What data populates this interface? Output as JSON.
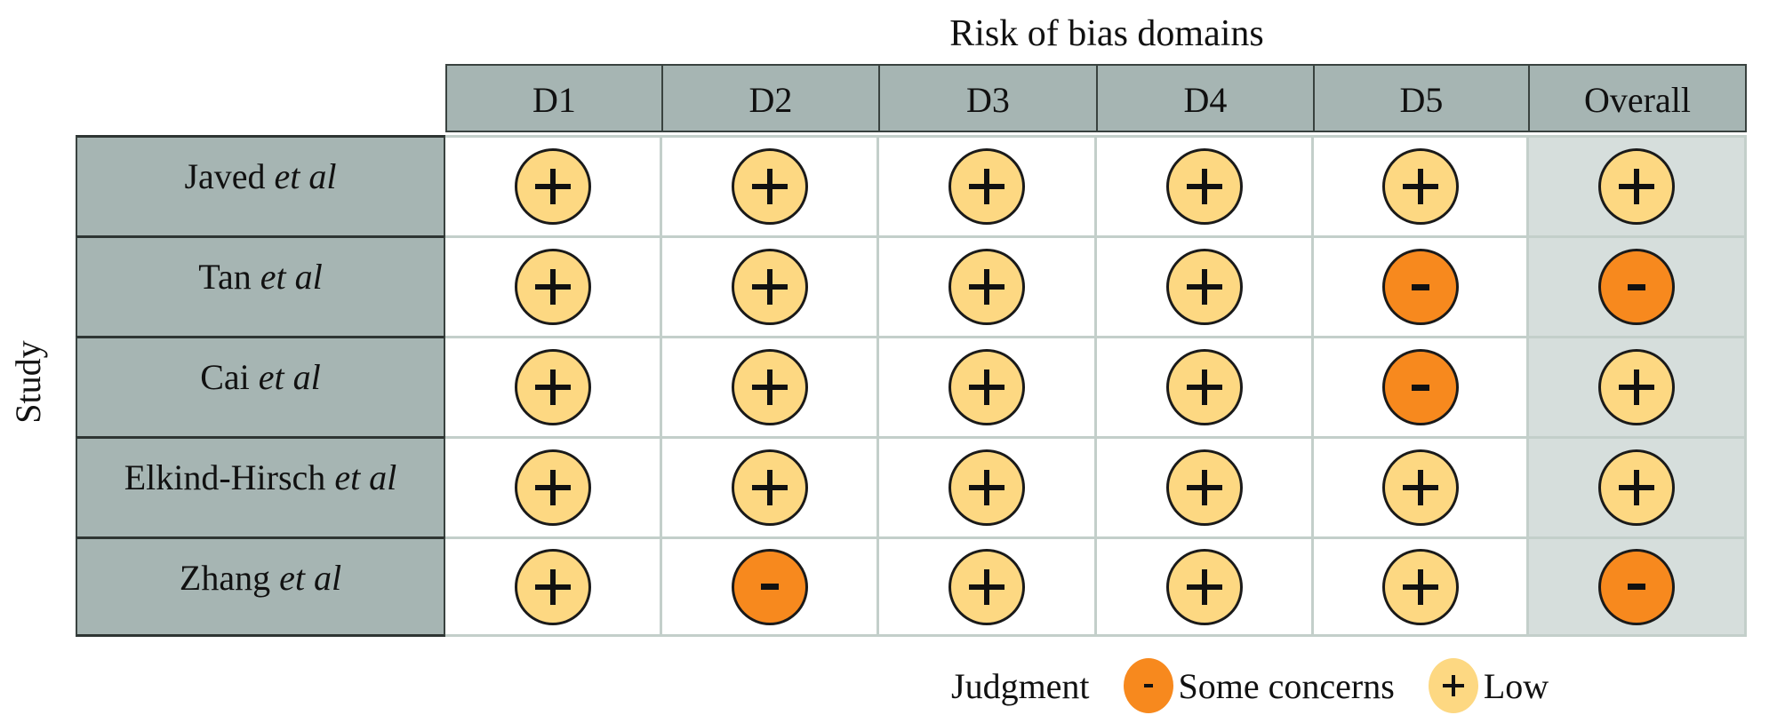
{
  "title": "Risk of bias domains",
  "ylabel": "Study",
  "columns": [
    "D1",
    "D2",
    "D3",
    "D4",
    "D5",
    "Overall"
  ],
  "studies": [
    {
      "name": "Javed",
      "suffix": "et al"
    },
    {
      "name": "Tan",
      "suffix": "et al"
    },
    {
      "name": "Cai",
      "suffix": "et al"
    },
    {
      "name": "Elkind-Hirsch",
      "suffix": "et al"
    },
    {
      "name": "Zhang",
      "suffix": "et al"
    }
  ],
  "legend": {
    "title": "Judgment",
    "items": [
      {
        "key": "some",
        "symbol": "-",
        "label": "Some concerns",
        "color": "#f7891e"
      },
      {
        "key": "low",
        "symbol": "+",
        "label": "Low",
        "color": "#fdd882"
      }
    ]
  },
  "colors": {
    "header_bg": "#a6b5b3",
    "overall_bg": "#d6dedc",
    "grid_line": "#c3cfca",
    "low": "#fdd882",
    "some_concerns": "#f7891e"
  },
  "chart_data": {
    "type": "table",
    "title": "Risk of bias domains",
    "xlabel": "Risk of bias domains",
    "ylabel": "Study",
    "categories": [
      "D1",
      "D2",
      "D3",
      "D4",
      "D5",
      "Overall"
    ],
    "rows": [
      "Javed et al",
      "Tan et al",
      "Cai et al",
      "Elkind-Hirsch et al",
      "Zhang et al"
    ],
    "values": [
      [
        "low",
        "low",
        "low",
        "low",
        "low",
        "low"
      ],
      [
        "low",
        "low",
        "low",
        "low",
        "some",
        "some"
      ],
      [
        "low",
        "low",
        "low",
        "low",
        "some",
        "low"
      ],
      [
        "low",
        "low",
        "low",
        "low",
        "low",
        "low"
      ],
      [
        "low",
        "some",
        "low",
        "low",
        "low",
        "some"
      ]
    ],
    "legend": {
      "some": "Some concerns (-)",
      "low": "Low (+)"
    },
    "legend_position": "bottom-right"
  }
}
